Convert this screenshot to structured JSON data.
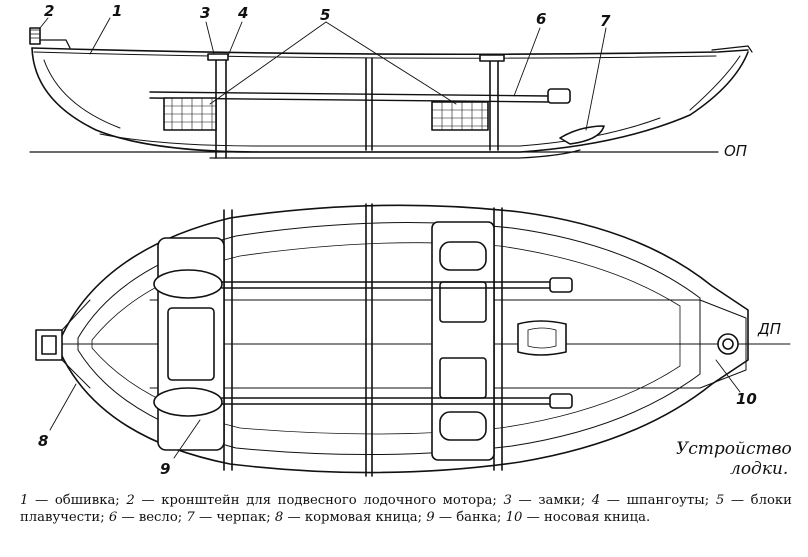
{
  "figure": {
    "title_line1": "Устройство",
    "title_line2": "лодки.",
    "refs": {
      "op": "ОП",
      "dp": "ДП"
    },
    "callouts": {
      "c1": "1",
      "c2": "2",
      "c3": "3",
      "c4": "4",
      "c5": "5",
      "c6": "6",
      "c7": "7",
      "c8": "8",
      "c9": "9",
      "c10": "10"
    }
  },
  "legend": {
    "items": [
      {
        "num": "1",
        "text": " — обшивка;"
      },
      {
        "num": "2",
        "text": " — кронштейн для подвесного лодочного мотора;"
      },
      {
        "num": "3",
        "text": " — замки;"
      },
      {
        "num": "4",
        "text": " — шпангоуты;"
      },
      {
        "num": "5",
        "text": " — блоки плавучести;"
      },
      {
        "num": "6",
        "text": " — весло;"
      },
      {
        "num": "7",
        "text": " — черпак;"
      },
      {
        "num": "8",
        "text": " — кормовая кница;"
      },
      {
        "num": "9",
        "text": " — банка;"
      },
      {
        "num": "10",
        "text": " — носовая кница."
      }
    ]
  }
}
